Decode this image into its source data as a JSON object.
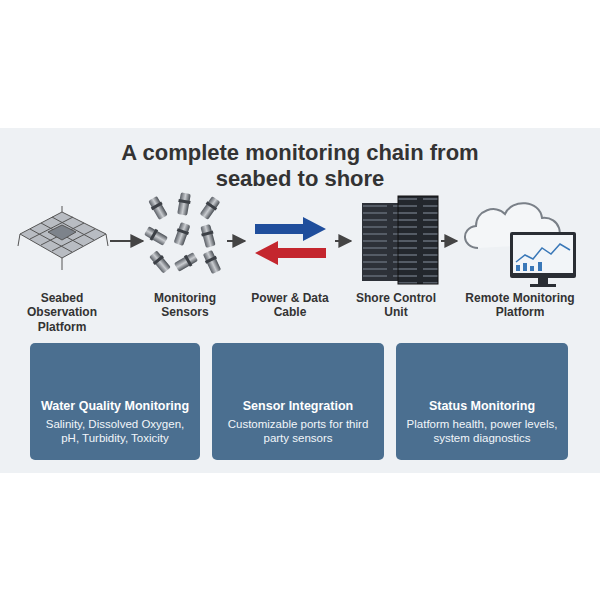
{
  "diagram": {
    "title": "A complete monitoring chain from seabed to shore",
    "nodes": [
      {
        "text": [
          "Seabed Observation Platform"
        ]
      },
      {
        "text": [
          "Monitoring Sensors"
        ]
      },
      {
        "text": [
          "Power & Data Cable"
        ]
      },
      {
        "text": [
          "Shore Control Unit"
        ]
      },
      {
        "text": [
          "Remote Monitoring Platform"
        ]
      },
      {
        "text": [
          "Water Quality Monitoring",
          "Salinity, Dissolved Oxygen, pH, Turbidity, Toxicity"
        ]
      },
      {
        "text": [
          "Sensor Integration",
          "Customizable ports for third party sensors"
        ]
      },
      {
        "text": [
          "Status Monitoring",
          "Platform health, power levels, system diagnostics"
        ]
      }
    ],
    "edges": [
      {
        "from": 0,
        "to": 1,
        "arrow": "to"
      },
      {
        "from": 1,
        "to": 2,
        "arrow": "to"
      },
      {
        "from": 2,
        "to": 3,
        "arrow": "to"
      },
      {
        "from": 3,
        "to": 4,
        "arrow": "to"
      }
    ]
  }
}
